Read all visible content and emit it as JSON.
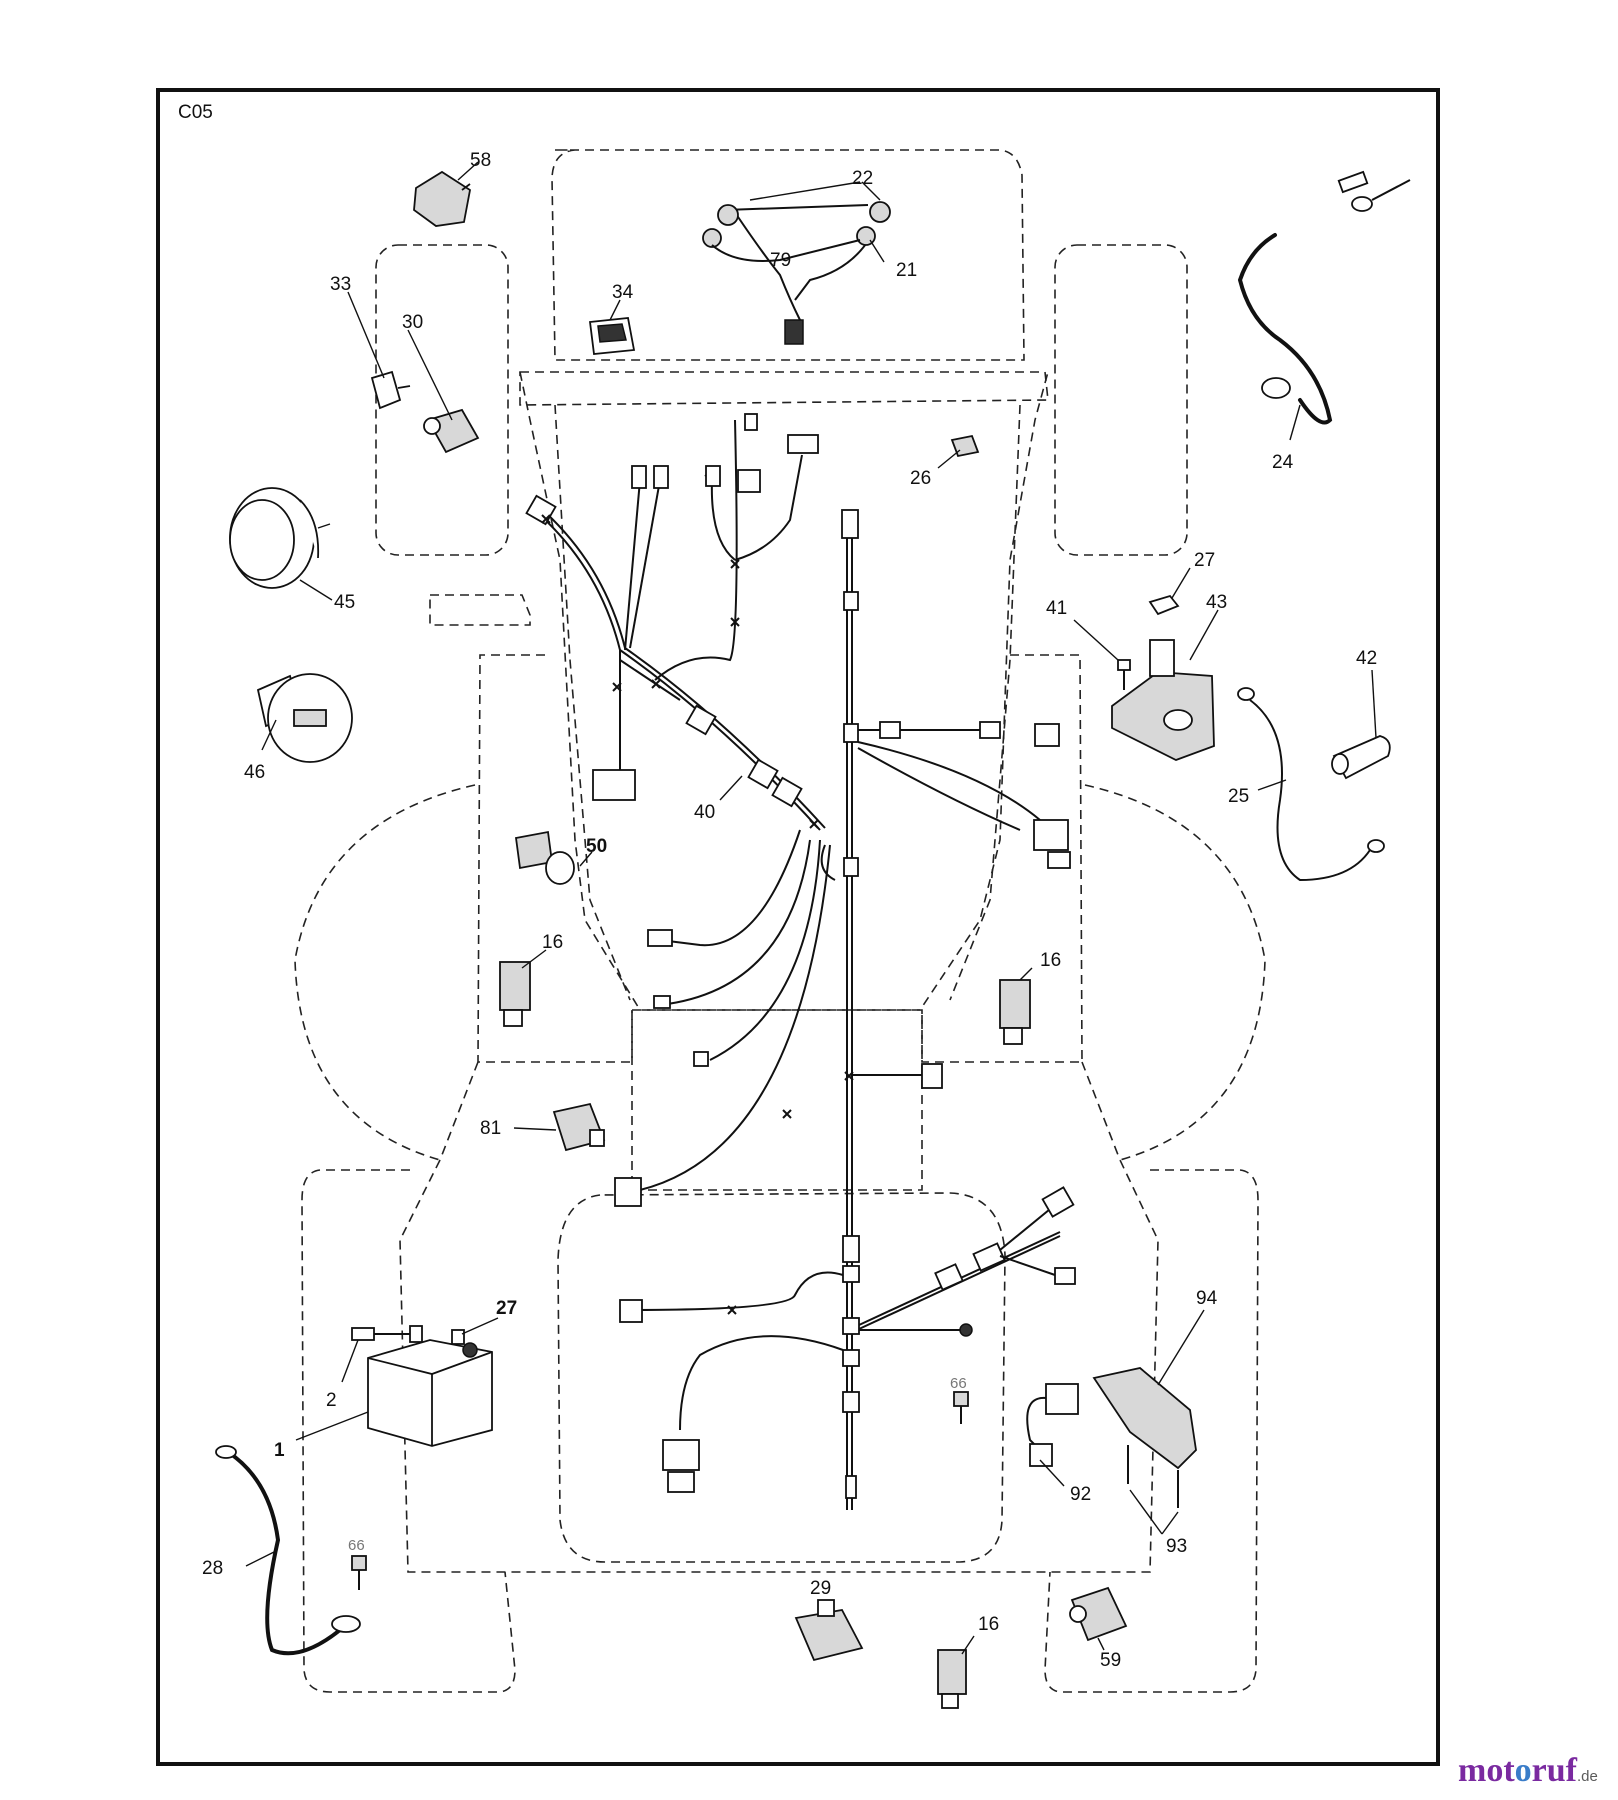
{
  "diagram": {
    "code": "C05",
    "callouts": [
      {
        "id": "c58",
        "text": "58"
      },
      {
        "id": "c22",
        "text": "22"
      },
      {
        "id": "c79",
        "text": "79"
      },
      {
        "id": "c21",
        "text": "21"
      },
      {
        "id": "c33",
        "text": "33"
      },
      {
        "id": "c30",
        "text": "30"
      },
      {
        "id": "c34",
        "text": "34"
      },
      {
        "id": "c26",
        "text": "26"
      },
      {
        "id": "c24",
        "text": "24"
      },
      {
        "id": "c45",
        "text": "45"
      },
      {
        "id": "c27a",
        "text": "27"
      },
      {
        "id": "c41",
        "text": "41"
      },
      {
        "id": "c43",
        "text": "43"
      },
      {
        "id": "c42",
        "text": "42"
      },
      {
        "id": "c46",
        "text": "46"
      },
      {
        "id": "c40",
        "text": "40"
      },
      {
        "id": "c25",
        "text": "25"
      },
      {
        "id": "c50",
        "text": "50"
      },
      {
        "id": "c16a",
        "text": "16"
      },
      {
        "id": "c16b",
        "text": "16"
      },
      {
        "id": "c81",
        "text": "81"
      },
      {
        "id": "c94",
        "text": "94"
      },
      {
        "id": "c27b",
        "text": "27"
      },
      {
        "id": "c2",
        "text": "2"
      },
      {
        "id": "c1",
        "text": "1"
      },
      {
        "id": "c66a",
        "text": "66"
      },
      {
        "id": "c92",
        "text": "92"
      },
      {
        "id": "c93",
        "text": "93"
      },
      {
        "id": "c28",
        "text": "28"
      },
      {
        "id": "c66b",
        "text": "66"
      },
      {
        "id": "c29",
        "text": "29"
      },
      {
        "id": "c16c",
        "text": "16"
      },
      {
        "id": "c59",
        "text": "59"
      }
    ]
  },
  "watermark": {
    "part1": "mot",
    "part2": "o",
    "part3": "ruf",
    "tld": ".de"
  }
}
